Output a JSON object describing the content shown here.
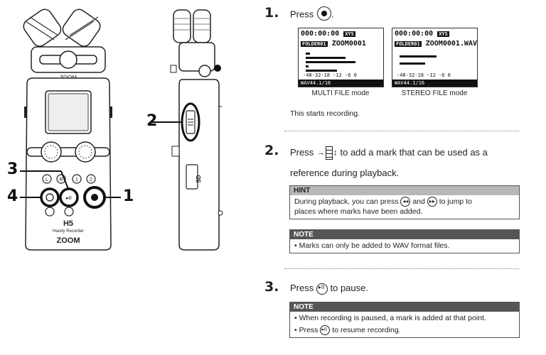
{
  "device": {
    "brand": "ZOOM",
    "model": "H5",
    "subtitle": "Handy Recorder",
    "callouts": {
      "one": "1",
      "two": "2",
      "three": "3",
      "four": "4"
    },
    "button_labels": {
      "L": "L",
      "R": "R",
      "one": "1",
      "two": "2"
    }
  },
  "step1": {
    "number": "1.",
    "text": "Press",
    "screens": [
      {
        "time": "000:00:00",
        "fmt": "XYS",
        "folder": "FOLDER01",
        "name": "ZOOM0001",
        "scale": "-48-32-18   -12   -6    0",
        "status": "WAV44.1/16",
        "caption": "MULTI FILE mode"
      },
      {
        "time": "000:00:00",
        "fmt": "XYS",
        "folder": "FOLDER01",
        "name": "ZOOM0001.WAV",
        "scale": "-48-32-18   -12   -6    0",
        "status": "WAV44.1/16",
        "caption": "STEREO FILE mode"
      }
    ],
    "note": "This starts recording."
  },
  "step2": {
    "number": "2.",
    "text_pre": "Press",
    "text_post": "to add a mark that can be used as a",
    "text_line2": "reference during playback.",
    "hint_title": "HINT",
    "hint_pre": "During playback, you can press",
    "hint_mid": "and",
    "hint_post": "to jump to",
    "hint_line2": "places where marks have been added.",
    "note_title": "NOTE",
    "note_text": "Marks can only be added to WAV format files."
  },
  "step3": {
    "number": "3.",
    "text_pre": "Press",
    "text_post": "to pause.",
    "note_title": "NOTE",
    "note_item1": "When recording is paused, a mark is added at that point.",
    "note_item2_pre": "Press",
    "note_item2_post": "to resume recording."
  }
}
